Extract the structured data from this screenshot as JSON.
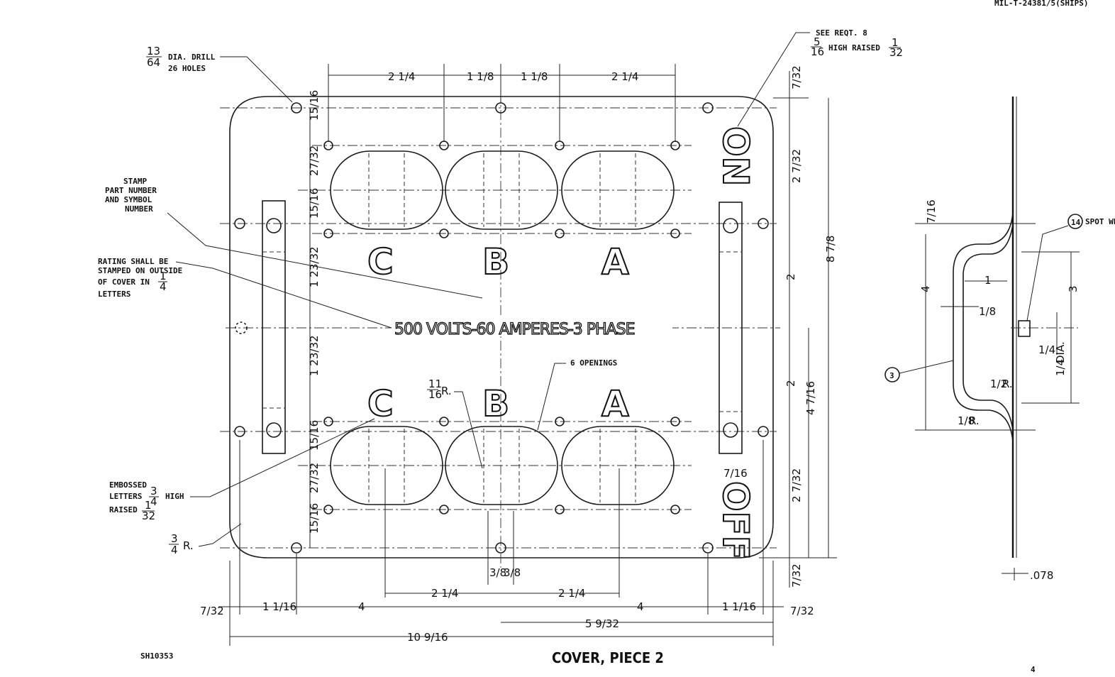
{
  "header": {
    "spec": "MIL-T-24381/5(SHIPS)"
  },
  "title": "COVER, PIECE 2",
  "drawing_no": "SH10353",
  "page_no": "4",
  "notes": {
    "drill": "DIA. DRILL",
    "drill_frac": "13/64",
    "holes": "26 HOLES",
    "stamp": [
      "STAMP",
      "PART NUMBER",
      "AND SYMBOL",
      "NUMBER"
    ],
    "rating": [
      "RATING SHALL BE",
      "STAMPED ON OUTSIDE",
      "OF COVER IN",
      "LETTERS"
    ],
    "embossed": [
      "EMBOSSED",
      "LETTERS",
      "HIGH",
      "RAISED"
    ],
    "reqt": "SEE REQT. 8",
    "high_raised": "HIGH RAISED",
    "openings": "6 OPENINGS",
    "spot_weld": "SPOT WELD",
    "radius_r": "R.",
    "dia": "DIA."
  },
  "rating_text": "500 VOLTS-60 AMPERES-3 PHASE",
  "phase_letters": [
    "C",
    "B",
    "A"
  ],
  "markings": {
    "on": "ON",
    "off": "OFF"
  },
  "callouts": {
    "item3": "3",
    "item14": "14"
  },
  "dims": {
    "top": [
      "2 1/4",
      "1 1/8",
      "1 1/8",
      "2 1/4"
    ],
    "left": [
      "15/16",
      "27/32",
      "15/16",
      "1 23/32",
      "1 23/32",
      "15/16",
      "27/32",
      "15/16"
    ],
    "right": [
      "7/32",
      "2 7/32",
      "2",
      "2",
      "2 7/32",
      "7/32"
    ],
    "overall_h": "8 7/8",
    "h2": "4 7/16",
    "bottom": [
      "7/32",
      "1 1/16",
      "4",
      "4",
      "1 1/16",
      "7/32"
    ],
    "bottom2": [
      "2 1/4",
      "3/8",
      "3/8",
      "2 1/4"
    ],
    "width": "10 9/16",
    "half": "5 9/32",
    "corner_r": "3/4",
    "open_r": "11/16",
    "side": [
      "7/16",
      "4",
      "1",
      "1/8",
      "3",
      "1/4",
      "1/2",
      "1/8"
    ],
    "thk": ".078",
    "slot": "7/16",
    "emb_high": "3/4",
    "emb_raise": "1/32",
    "rating_h": "1/4",
    "reqt_h": "5/16",
    "reqt_r": "1/32",
    "dia_v": "1/4"
  }
}
